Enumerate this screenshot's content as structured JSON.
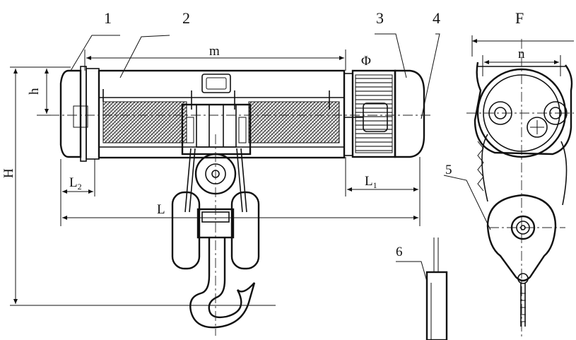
{
  "callouts": {
    "c1": "1",
    "c2": "2",
    "c3": "3",
    "c4": "4",
    "c5": "5",
    "c6": "6",
    "side_view": "F"
  },
  "dimensions": {
    "m": "m",
    "n": "n",
    "h": "h",
    "phi": "Φ",
    "L": "L",
    "L1_main": "L",
    "L1_sub": "1",
    "L2_main": "L",
    "L2_sub": "2",
    "H": "H"
  }
}
